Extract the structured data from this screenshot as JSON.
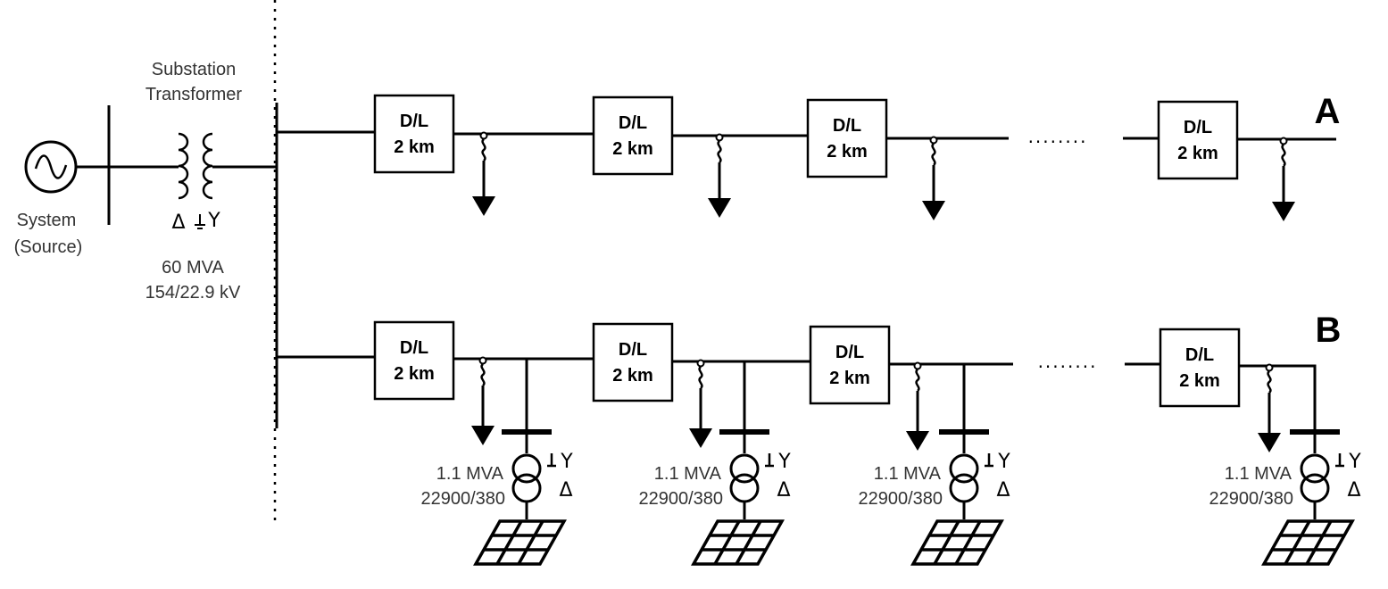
{
  "source": {
    "label_line1": "System",
    "label_line2": "(Source)"
  },
  "substation": {
    "title_line1": "Substation",
    "title_line2": "Transformer",
    "rating": "60 MVA",
    "voltage": "154/22.9 kV",
    "winding_primary": "Δ",
    "winding_secondary": "Y"
  },
  "feeders": [
    {
      "name": "A",
      "line_segments": [
        {
          "type": "D/L",
          "length": "2 km"
        },
        {
          "type": "D/L",
          "length": "2 km"
        },
        {
          "type": "D/L",
          "length": "2 km"
        },
        {
          "type": "D/L",
          "length": "2 km"
        }
      ],
      "continuation": "........"
    },
    {
      "name": "B",
      "line_segments": [
        {
          "type": "D/L",
          "length": "2 km"
        },
        {
          "type": "D/L",
          "length": "2 km"
        },
        {
          "type": "D/L",
          "length": "2 km"
        },
        {
          "type": "D/L",
          "length": "2 km"
        }
      ],
      "continuation": "........",
      "pv_transformers": [
        {
          "rating": "1.1 MVA",
          "ratio": "22900/380",
          "winding_primary": "Y",
          "winding_secondary": "Δ"
        },
        {
          "rating": "1.1 MVA",
          "ratio": "22900/380",
          "winding_primary": "Y",
          "winding_secondary": "Δ"
        },
        {
          "rating": "1.1 MVA",
          "ratio": "22900/380",
          "winding_primary": "Y",
          "winding_secondary": "Δ"
        },
        {
          "rating": "1.1 MVA",
          "ratio": "22900/380",
          "winding_primary": "Y",
          "winding_secondary": "Δ"
        }
      ]
    }
  ]
}
